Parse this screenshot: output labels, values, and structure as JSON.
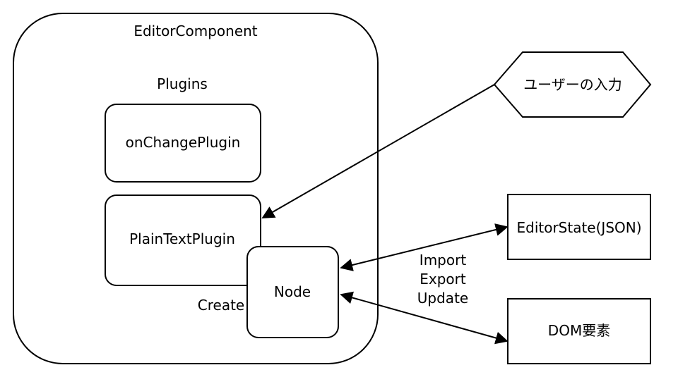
{
  "nodes": {
    "editor_component": {
      "label": "EditorComponent"
    },
    "plugins_group": {
      "label": "Plugins"
    },
    "on_change_plugin": {
      "label": "onChangePlugin"
    },
    "plain_text_plugin": {
      "label": "PlainTextPlugin"
    },
    "node": {
      "label": "Node"
    },
    "user_input": {
      "label": "ユーザーの入力"
    },
    "editor_state": {
      "label": "EditorState(JSON)"
    },
    "dom_element": {
      "label": "DOM要素"
    }
  },
  "edges": {
    "create": {
      "label": "Create"
    },
    "import_export_update": {
      "lines": [
        "Import",
        "Export",
        "Update"
      ]
    }
  }
}
